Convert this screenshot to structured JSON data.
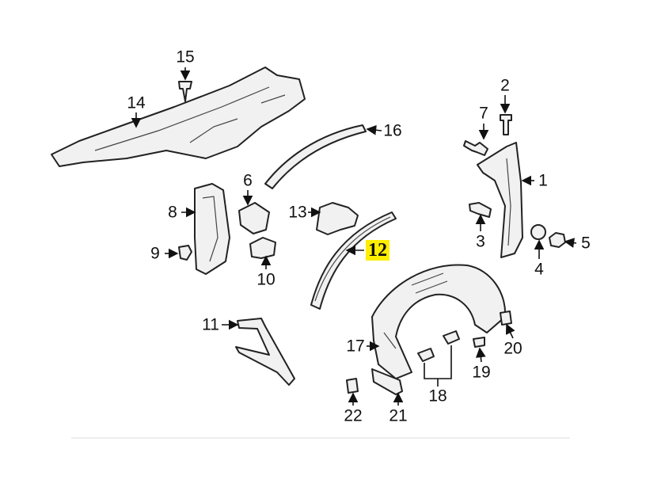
{
  "diagram": {
    "highlighted_callout": "12",
    "highlight_color": "#ffee00",
    "callouts": [
      {
        "id": "c15",
        "label": "15"
      },
      {
        "id": "c14",
        "label": "14"
      },
      {
        "id": "c16",
        "label": "16"
      },
      {
        "id": "c2",
        "label": "2"
      },
      {
        "id": "c7",
        "label": "7"
      },
      {
        "id": "c1",
        "label": "1"
      },
      {
        "id": "c6",
        "label": "6"
      },
      {
        "id": "c8",
        "label": "8"
      },
      {
        "id": "c13",
        "label": "13"
      },
      {
        "id": "c3",
        "label": "3"
      },
      {
        "id": "c5",
        "label": "5"
      },
      {
        "id": "c9",
        "label": "9"
      },
      {
        "id": "c12",
        "label": "12"
      },
      {
        "id": "c4",
        "label": "4"
      },
      {
        "id": "c10",
        "label": "10"
      },
      {
        "id": "c11",
        "label": "11"
      },
      {
        "id": "c17",
        "label": "17"
      },
      {
        "id": "c20",
        "label": "20"
      },
      {
        "id": "c19",
        "label": "19"
      },
      {
        "id": "c18",
        "label": "18"
      },
      {
        "id": "c22",
        "label": "22"
      },
      {
        "id": "c21",
        "label": "21"
      }
    ]
  }
}
